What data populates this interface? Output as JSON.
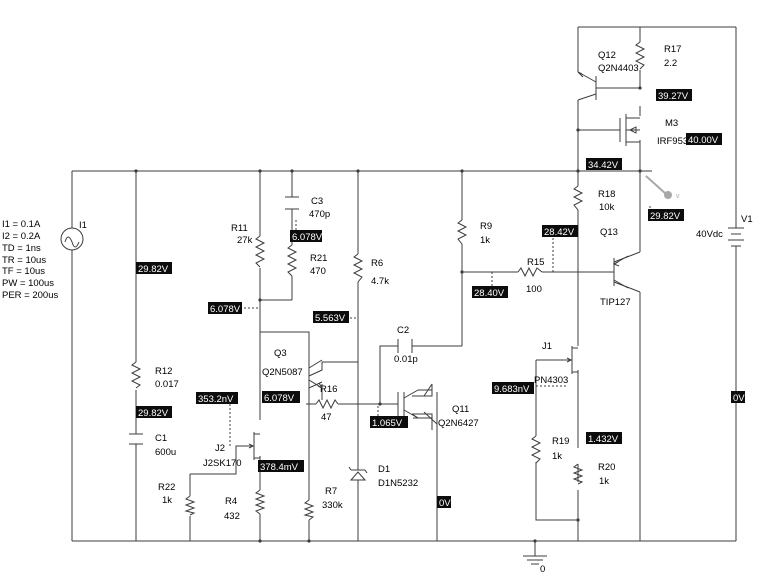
{
  "components": {
    "I1": {
      "ref": "I1",
      "params": [
        "I1 = 0.1A",
        "I2 = 0.2A",
        "TD = 1ns",
        "TR = 10us",
        "TF = 10us",
        "PW = 100us",
        "PER = 200us"
      ]
    },
    "R12": {
      "ref": "R12",
      "value": "0.017"
    },
    "C1": {
      "ref": "C1",
      "value": "600u"
    },
    "R11": {
      "ref": "R11",
      "value": "27k"
    },
    "C3": {
      "ref": "C3",
      "value": "470p"
    },
    "R21": {
      "ref": "R21",
      "value": "470"
    },
    "R6": {
      "ref": "R6",
      "value": "4.7k"
    },
    "R9": {
      "ref": "R9",
      "value": "1k"
    },
    "Q3": {
      "ref": "Q3",
      "value": "Q2N5087"
    },
    "R16": {
      "ref": "R16",
      "value": "47"
    },
    "C2": {
      "ref": "C2",
      "value": "0.01p"
    },
    "Q11": {
      "ref": "Q11",
      "value": "Q2N6427"
    },
    "J2": {
      "ref": "J2",
      "value": "J2SK170"
    },
    "R22": {
      "ref": "R22",
      "value": "1k"
    },
    "R4": {
      "ref": "R4",
      "value": "432"
    },
    "R7": {
      "ref": "R7",
      "value": "330k"
    },
    "D1": {
      "ref": "D1",
      "value": "D1N5232"
    },
    "R15": {
      "ref": "R15",
      "value": "100"
    },
    "Q12": {
      "ref": "Q12",
      "value": "Q2N4403"
    },
    "R17": {
      "ref": "R17",
      "value": "2.2"
    },
    "M3": {
      "ref": "M3",
      "value": "IRF9530"
    },
    "R18": {
      "ref": "R18",
      "value": "10k"
    },
    "Q13": {
      "ref": "Q13",
      "value": "TIP127"
    },
    "J1": {
      "ref": "J1",
      "value": "PN4303"
    },
    "R19": {
      "ref": "R19",
      "value": "1k"
    },
    "R20": {
      "ref": "R20",
      "value": "1k"
    },
    "V1": {
      "ref": "V1",
      "value": "40Vdc"
    },
    "GND": {
      "label": "0"
    }
  },
  "voltage_labels": [
    "29.82V",
    "29.82V",
    "353.2nV",
    "378.4mV",
    "6.078V",
    "6.078V",
    "6.078V",
    "5.563V",
    "1.065V",
    "0V",
    "28.40V",
    "28.42V",
    "34.42V",
    "39.27V",
    "40.00V",
    "29.82V",
    "9.683nV",
    "1.432V",
    "0V"
  ],
  "colors": {
    "wire": "#3c3c3c",
    "label_bg": "#0c0c0c",
    "label_fg": "#ffffff",
    "probe": "#a8a8a8"
  }
}
